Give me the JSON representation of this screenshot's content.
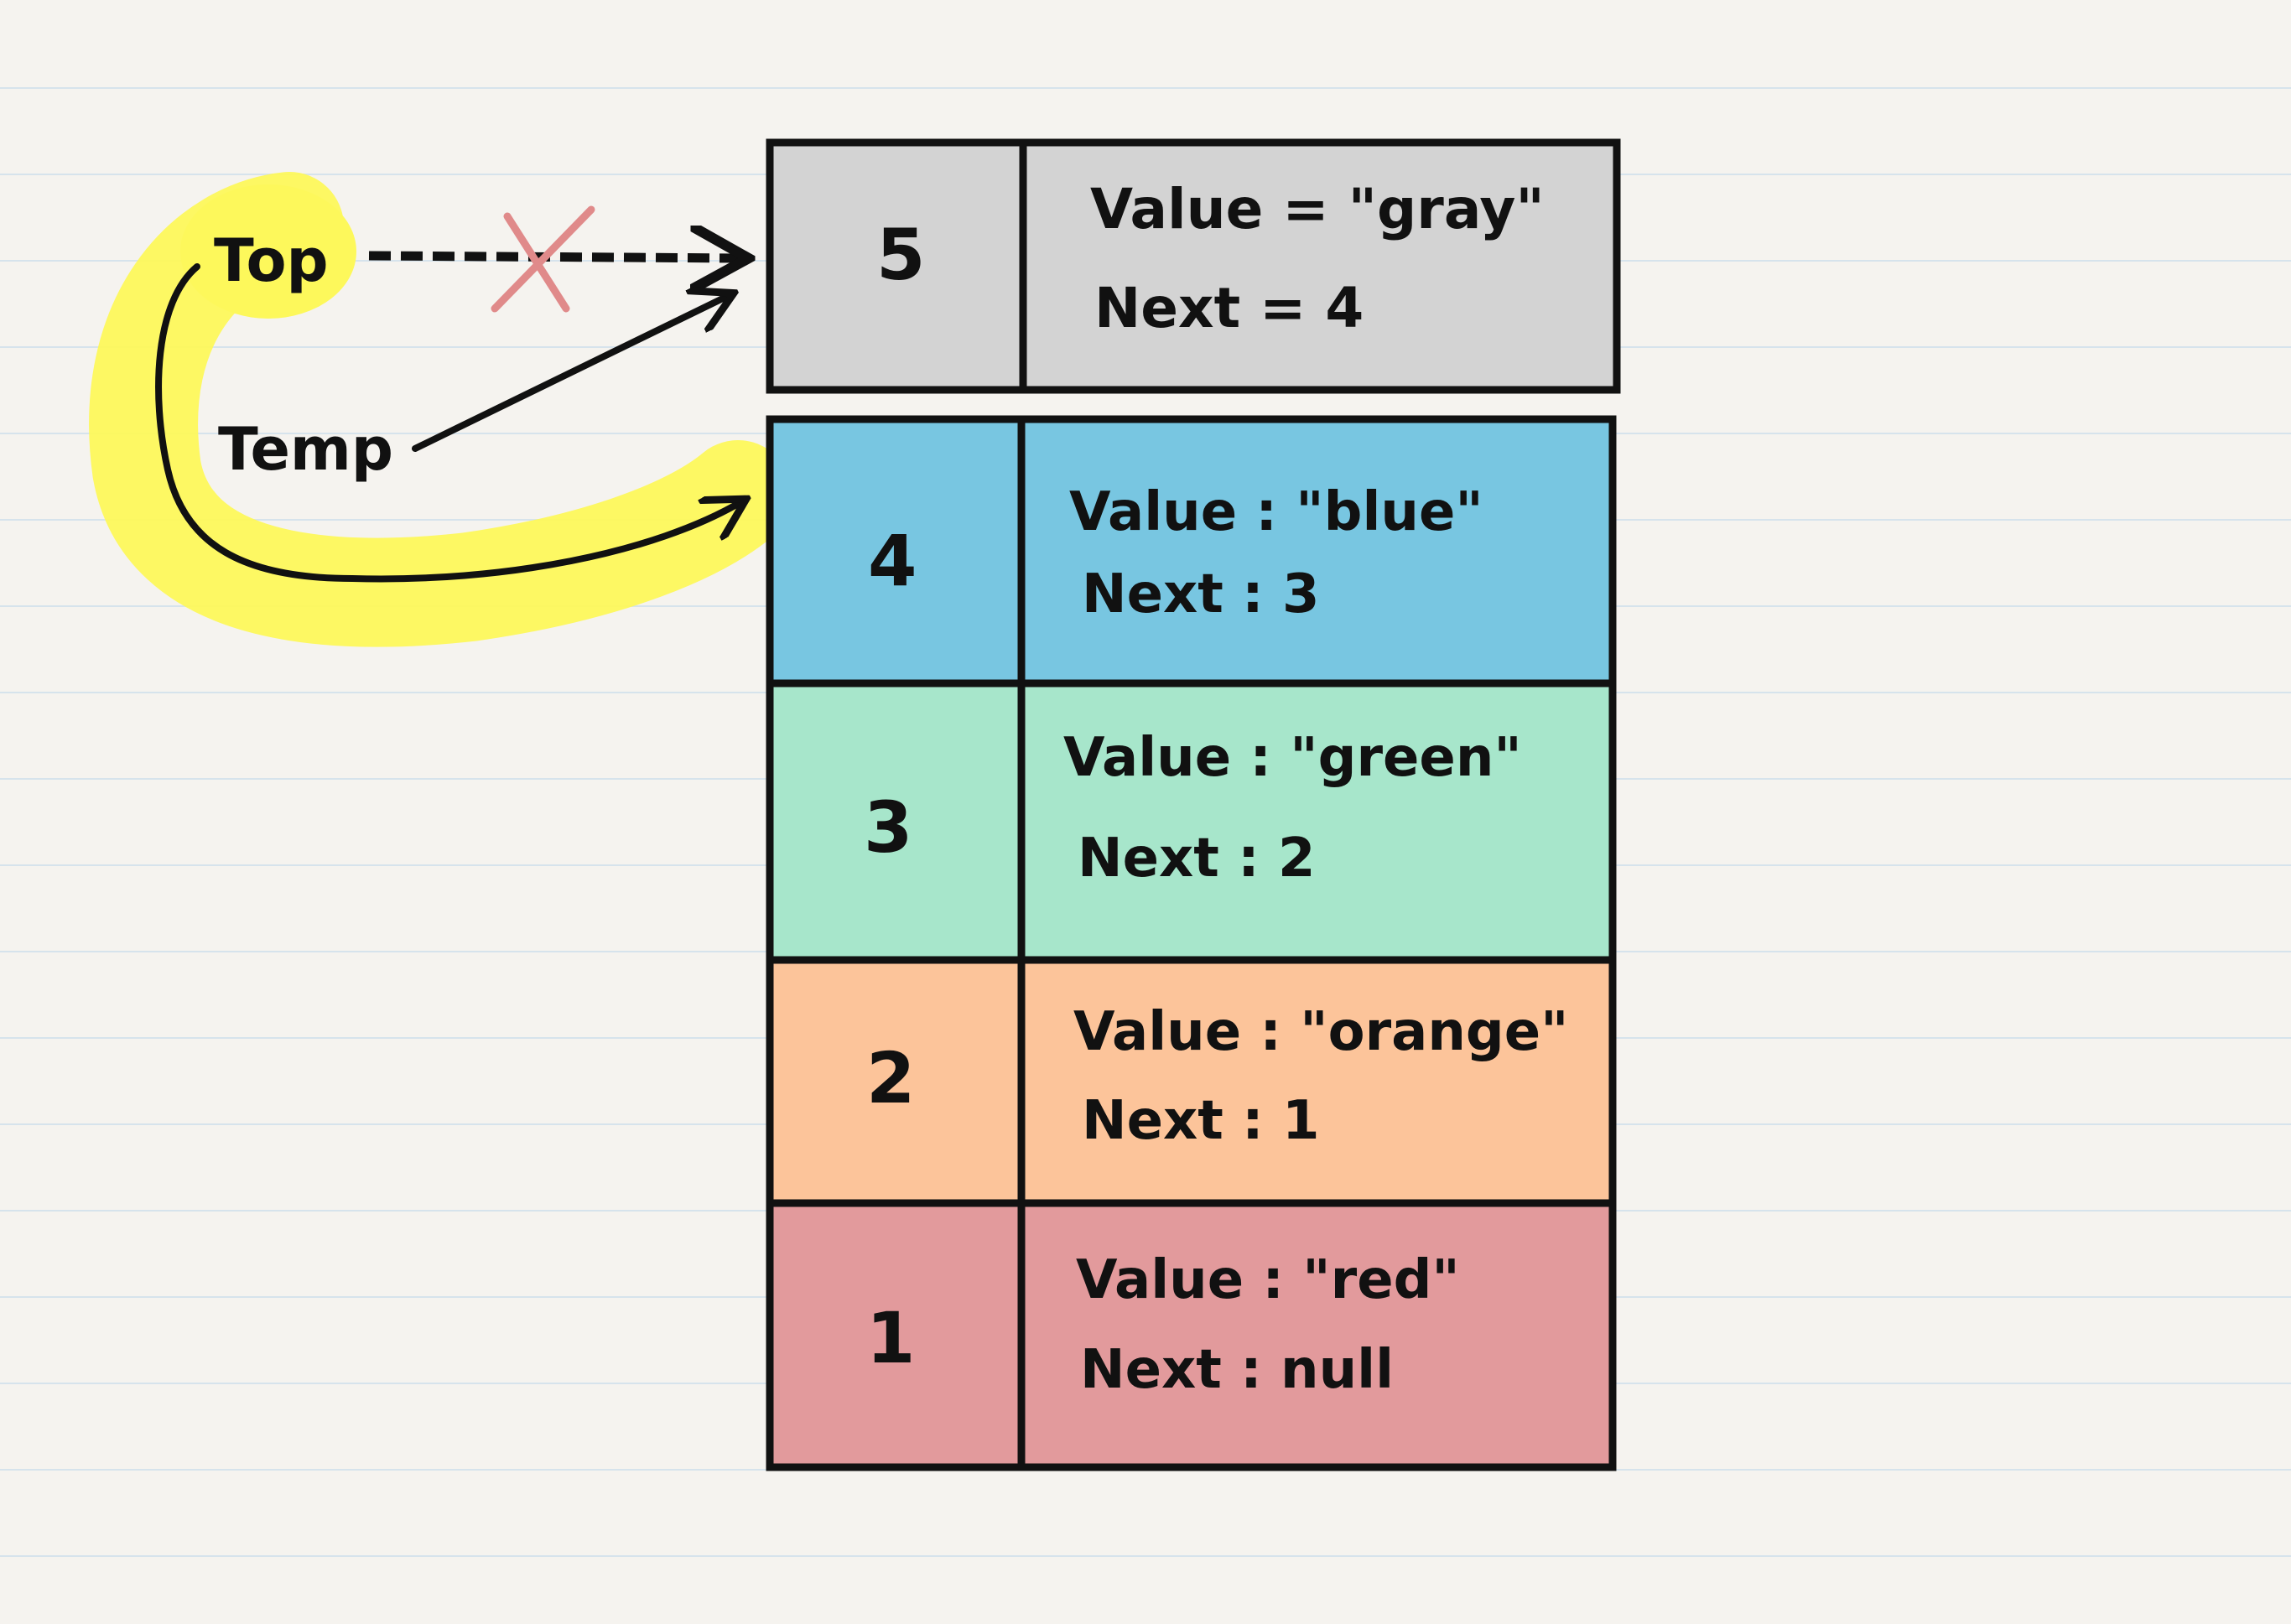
{
  "labels": {
    "top": "Top",
    "temp": "Temp"
  },
  "colors": {
    "paper": "#f5f3ef",
    "rule_line": "#d6e3ec",
    "highlight": "#fdf85b",
    "cross": "#e08a8a",
    "ink": "#111111"
  },
  "removed_node": {
    "id": "5",
    "value_line": "Value = \"gray\"",
    "next_line": "Next = 4",
    "color": "#d3d3d3"
  },
  "stack_nodes": [
    {
      "id": "4",
      "value_line": "Value : \"blue\"",
      "next_line": "Next : 3",
      "color": "#78c6e1"
    },
    {
      "id": "3",
      "value_line": "Value : \"green\"",
      "next_line": "Next : 2",
      "color": "#a7e6cb"
    },
    {
      "id": "2",
      "value_line": "Value : \"orange\"",
      "next_line": "Next : 1",
      "color": "#fcc49a"
    },
    {
      "id": "1",
      "value_line": "Value : \"red\"",
      "next_line": "Next : null",
      "color": "#e29a9c"
    }
  ]
}
